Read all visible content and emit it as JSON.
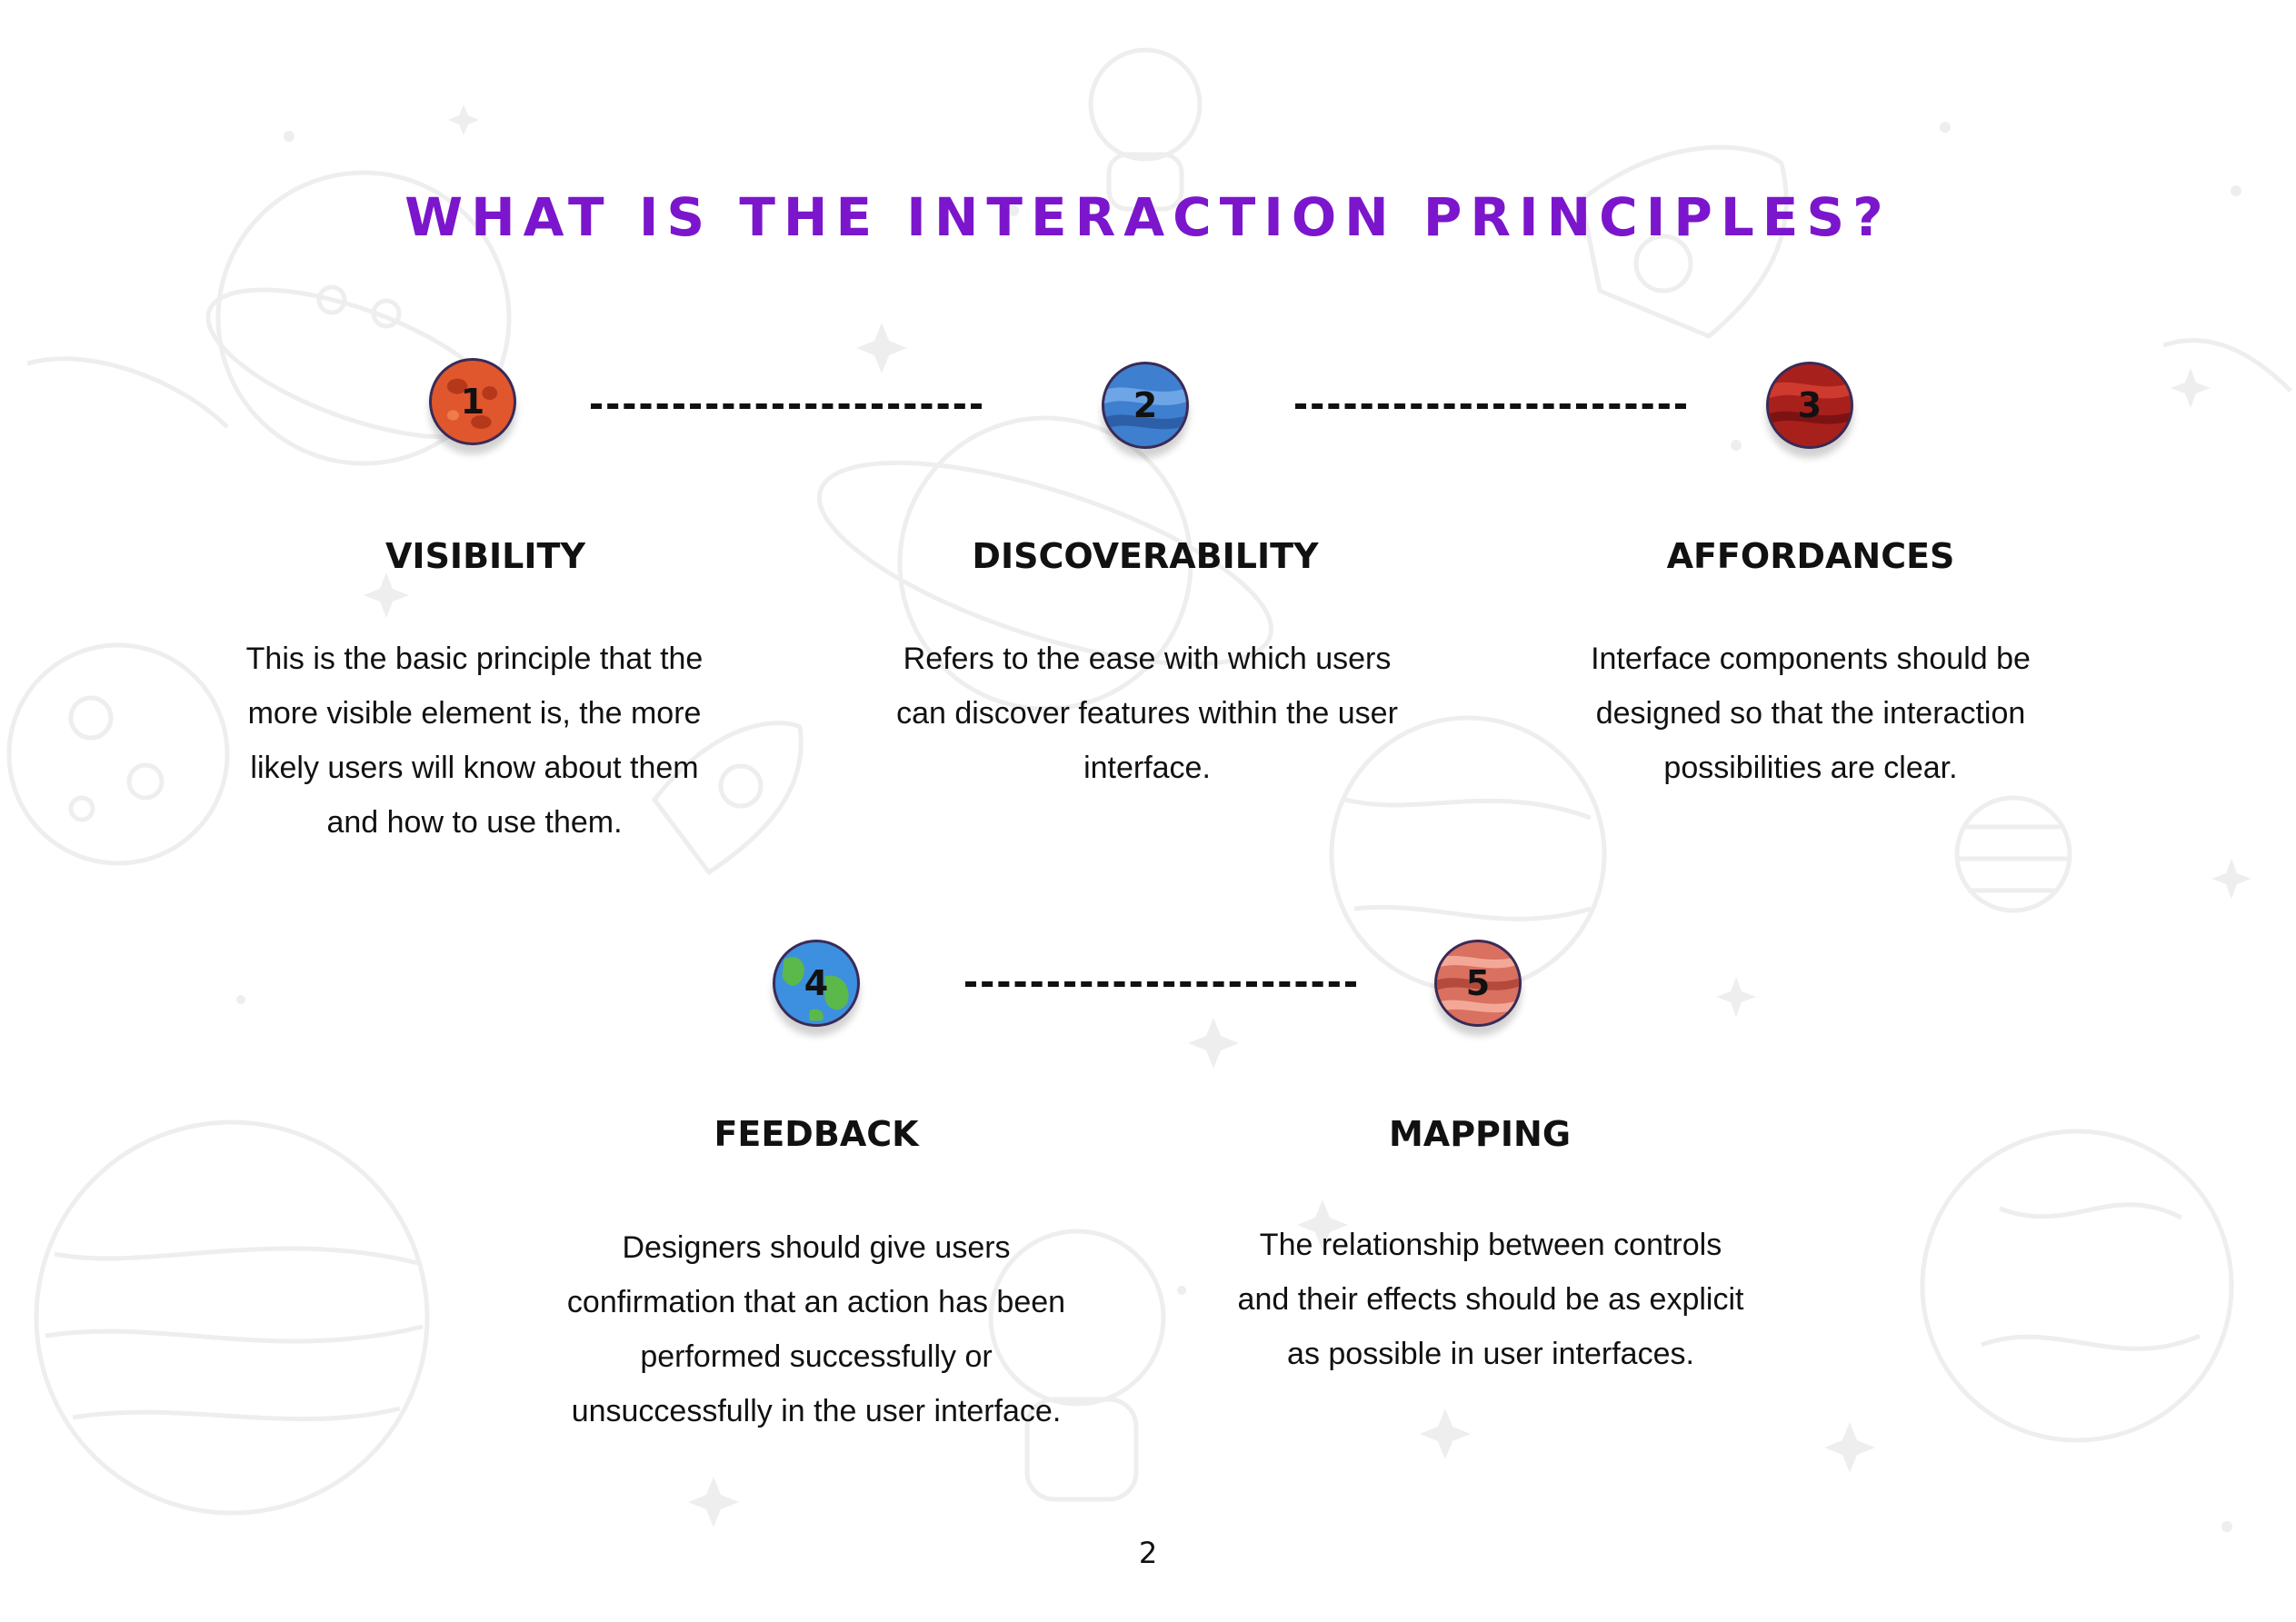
{
  "title": "WHAT IS THE INTERACTION PRINCIPLES?",
  "page_number": "2",
  "colors": {
    "title": "#7b16cc",
    "text": "#111111",
    "decor": "#eeeeee"
  },
  "principles": [
    {
      "number": "1",
      "icon": "mars-planet-icon",
      "heading": "VISIBILITY",
      "lines": [
        "This is the basic principle that the",
        "more visible element is, the more",
        "likely users will know about them",
        "and how to use them."
      ]
    },
    {
      "number": "2",
      "icon": "neptune-planet-icon",
      "heading": "DISCOVERABILITY",
      "lines": [
        "Refers to the ease with which users",
        "can discover features within the user",
        "interface."
      ]
    },
    {
      "number": "3",
      "icon": "red-planet-icon",
      "heading": "AFFORDANCES",
      "lines": [
        "Interface components should be",
        "designed so that the interaction",
        "possibilities are clear."
      ]
    },
    {
      "number": "4",
      "icon": "earth-planet-icon",
      "heading": "FEEDBACK",
      "lines": [
        "Designers should give users",
        "confirmation that an action has been",
        "performed successfully or",
        "unsuccessfully in the user interface."
      ]
    },
    {
      "number": "5",
      "icon": "jupiter-planet-icon",
      "heading": "MAPPING",
      "lines": [
        "The relationship between controls",
        "and their effects should be as explicit",
        "as possible in user interfaces."
      ]
    }
  ]
}
